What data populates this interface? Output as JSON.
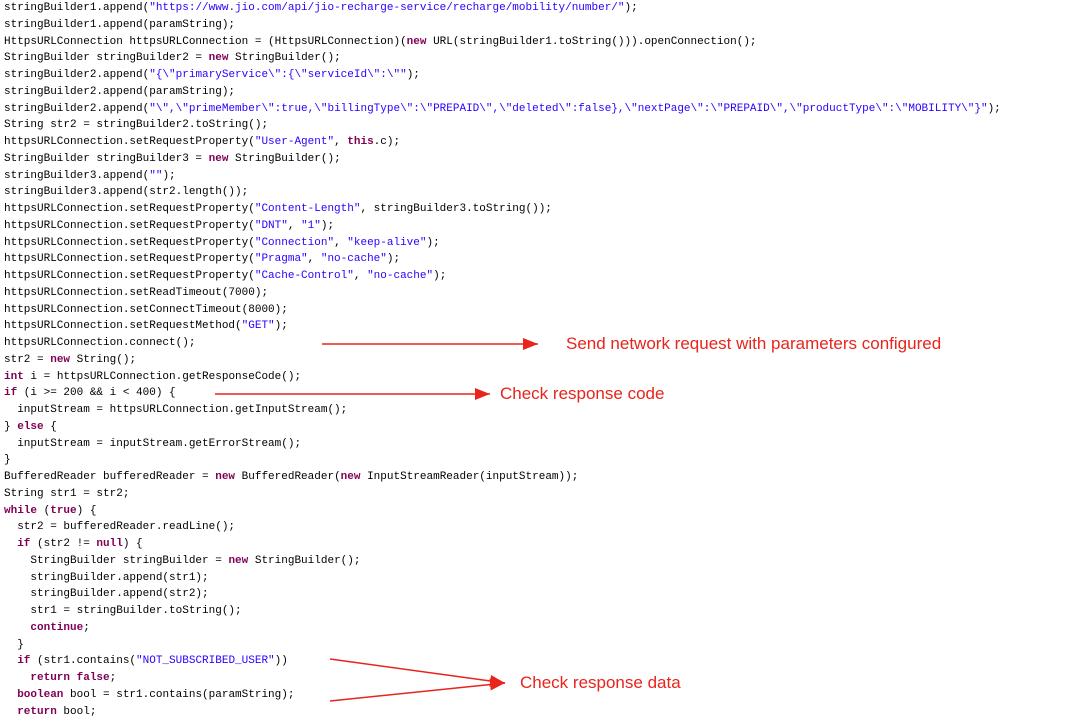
{
  "lines": [
    [
      [
        "p",
        "stringBuilder1.append("
      ],
      [
        "s",
        "\"https://www.jio.com/api/jio-recharge-service/recharge/mobility/number/\""
      ],
      [
        "p",
        ");"
      ]
    ],
    [
      [
        "p",
        "stringBuilder1.append(paramString);"
      ]
    ],
    [
      [
        "p",
        "HttpsURLConnection httpsURLConnection = (HttpsURLConnection)("
      ],
      [
        "k",
        "new"
      ],
      [
        "p",
        " URL(stringBuilder1.toString())).openConnection();"
      ]
    ],
    [
      [
        "p",
        "StringBuilder stringBuilder2 = "
      ],
      [
        "k",
        "new"
      ],
      [
        "p",
        " StringBuilder();"
      ]
    ],
    [
      [
        "p",
        "stringBuilder2.append("
      ],
      [
        "s",
        "\"{\\\"primaryService\\\":{\\\"serviceId\\\":\\\"\""
      ],
      [
        "p",
        ");"
      ]
    ],
    [
      [
        "p",
        "stringBuilder2.append(paramString);"
      ]
    ],
    [
      [
        "p",
        "stringBuilder2.append("
      ],
      [
        "s",
        "\"\\\",\\\"primeMember\\\":true,\\\"billingType\\\":\\\"PREPAID\\\",\\\"deleted\\\":false},\\\"nextPage\\\":\\\"PREPAID\\\",\\\"productType\\\":\\\"MOBILITY\\\"}\""
      ],
      [
        "p",
        ");"
      ]
    ],
    [
      [
        "p",
        "String str2 = stringBuilder2.toString();"
      ]
    ],
    [
      [
        "p",
        "httpsURLConnection.setRequestProperty("
      ],
      [
        "s",
        "\"User-Agent\""
      ],
      [
        "p",
        ", "
      ],
      [
        "k",
        "this"
      ],
      [
        "p",
        ".c);"
      ]
    ],
    [
      [
        "p",
        "StringBuilder stringBuilder3 = "
      ],
      [
        "k",
        "new"
      ],
      [
        "p",
        " StringBuilder();"
      ]
    ],
    [
      [
        "p",
        "stringBuilder3.append("
      ],
      [
        "s",
        "\"\""
      ],
      [
        "p",
        ");"
      ]
    ],
    [
      [
        "p",
        "stringBuilder3.append(str2.length());"
      ]
    ],
    [
      [
        "p",
        "httpsURLConnection.setRequestProperty("
      ],
      [
        "s",
        "\"Content-Length\""
      ],
      [
        "p",
        ", stringBuilder3.toString());"
      ]
    ],
    [
      [
        "p",
        "httpsURLConnection.setRequestProperty("
      ],
      [
        "s",
        "\"DNT\""
      ],
      [
        "p",
        ", "
      ],
      [
        "s",
        "\"1\""
      ],
      [
        "p",
        ");"
      ]
    ],
    [
      [
        "p",
        "httpsURLConnection.setRequestProperty("
      ],
      [
        "s",
        "\"Connection\""
      ],
      [
        "p",
        ", "
      ],
      [
        "s",
        "\"keep-alive\""
      ],
      [
        "p",
        ");"
      ]
    ],
    [
      [
        "p",
        "httpsURLConnection.setRequestProperty("
      ],
      [
        "s",
        "\"Pragma\""
      ],
      [
        "p",
        ", "
      ],
      [
        "s",
        "\"no-cache\""
      ],
      [
        "p",
        ");"
      ]
    ],
    [
      [
        "p",
        "httpsURLConnection.setRequestProperty("
      ],
      [
        "s",
        "\"Cache-Control\""
      ],
      [
        "p",
        ", "
      ],
      [
        "s",
        "\"no-cache\""
      ],
      [
        "p",
        ");"
      ]
    ],
    [
      [
        "p",
        "httpsURLConnection.setReadTimeout(7000);"
      ]
    ],
    [
      [
        "p",
        "httpsURLConnection.setConnectTimeout(8000);"
      ]
    ],
    [
      [
        "p",
        "httpsURLConnection.setRequestMethod("
      ],
      [
        "s",
        "\"GET\""
      ],
      [
        "p",
        ");"
      ]
    ],
    [
      [
        "p",
        "httpsURLConnection.connect();"
      ]
    ],
    [
      [
        "p",
        "str2 = "
      ],
      [
        "k",
        "new"
      ],
      [
        "p",
        " String();"
      ]
    ],
    [
      [
        "k",
        "int"
      ],
      [
        "p",
        " i = httpsURLConnection.getResponseCode();"
      ]
    ],
    [
      [
        "k",
        "if"
      ],
      [
        "p",
        " (i >= 200 && i < 400) {"
      ]
    ],
    [
      [
        "p",
        "  inputStream = httpsURLConnection.getInputStream();"
      ]
    ],
    [
      [
        "p",
        "} "
      ],
      [
        "k",
        "else"
      ],
      [
        "p",
        " {"
      ]
    ],
    [
      [
        "p",
        "  inputStream = inputStream.getErrorStream();"
      ]
    ],
    [
      [
        "p",
        "}"
      ]
    ],
    [
      [
        "p",
        "BufferedReader bufferedReader = "
      ],
      [
        "k",
        "new"
      ],
      [
        "p",
        " BufferedReader("
      ],
      [
        "k",
        "new"
      ],
      [
        "p",
        " InputStreamReader(inputStream));"
      ]
    ],
    [
      [
        "p",
        "String str1 = str2;"
      ]
    ],
    [
      [
        "k",
        "while"
      ],
      [
        "p",
        " ("
      ],
      [
        "k",
        "true"
      ],
      [
        "p",
        ") {"
      ]
    ],
    [
      [
        "p",
        "  str2 = bufferedReader.readLine();"
      ]
    ],
    [
      [
        "p",
        "  "
      ],
      [
        "k",
        "if"
      ],
      [
        "p",
        " (str2 != "
      ],
      [
        "k",
        "null"
      ],
      [
        "p",
        ") {"
      ]
    ],
    [
      [
        "p",
        "    StringBuilder stringBuilder = "
      ],
      [
        "k",
        "new"
      ],
      [
        "p",
        " StringBuilder();"
      ]
    ],
    [
      [
        "p",
        "    stringBuilder.append(str1);"
      ]
    ],
    [
      [
        "p",
        "    stringBuilder.append(str2);"
      ]
    ],
    [
      [
        "p",
        "    str1 = stringBuilder.toString();"
      ]
    ],
    [
      [
        "p",
        "    "
      ],
      [
        "k",
        "continue"
      ],
      [
        "p",
        ";"
      ]
    ],
    [
      [
        "p",
        "  }"
      ]
    ],
    [
      [
        "p",
        "  "
      ],
      [
        "k",
        "if"
      ],
      [
        "p",
        " (str1.contains("
      ],
      [
        "s",
        "\"NOT_SUBSCRIBED_USER\""
      ],
      [
        "p",
        "))"
      ]
    ],
    [
      [
        "p",
        "    "
      ],
      [
        "k",
        "return"
      ],
      [
        "p",
        " "
      ],
      [
        "k",
        "false"
      ],
      [
        "p",
        ";"
      ]
    ],
    [
      [
        "p",
        "  "
      ],
      [
        "k",
        "boolean"
      ],
      [
        "p",
        " bool = str1.contains(paramString);"
      ]
    ],
    [
      [
        "p",
        "  "
      ],
      [
        "k",
        "return"
      ],
      [
        "p",
        " bool;"
      ]
    ]
  ],
  "annotations": {
    "send": "Send network request with parameters configured",
    "code": "Check response code",
    "data": "Check response data"
  },
  "colors": {
    "arrow": "#e8241c",
    "string": "#2a00ff",
    "keyword": "#7f0055"
  }
}
